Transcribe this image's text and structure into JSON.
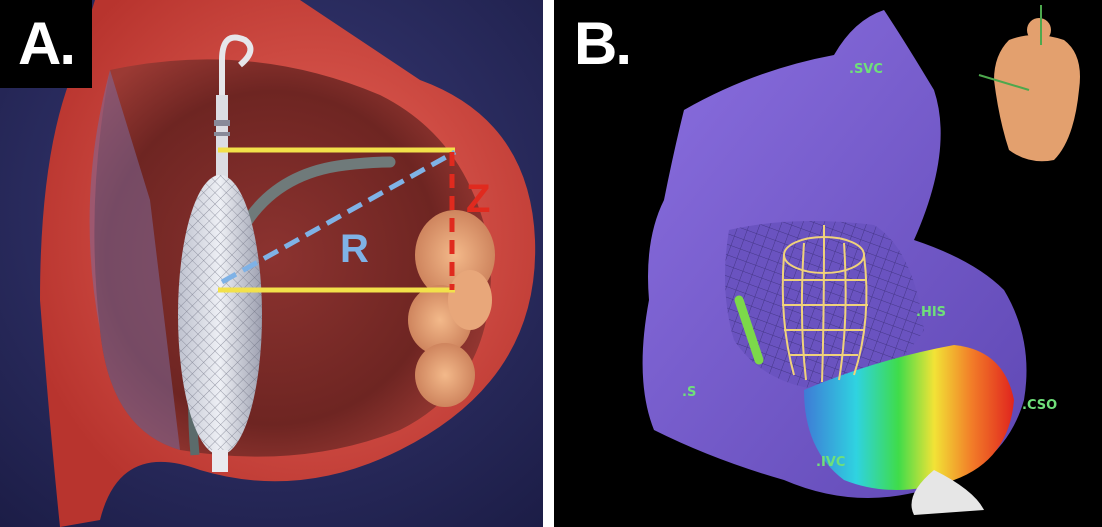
{
  "panel_a": {
    "label": "A.",
    "r_label": "R",
    "z_label": "Z"
  },
  "panel_b": {
    "label": "B.",
    "labels": {
      "svc": ".SVC",
      "his": ".HIS",
      "cso": ".CSO",
      "ivc": ".IVC",
      "s": ".S"
    }
  },
  "colors": {
    "heart_red": "#d9534a",
    "chamber_dark": "#7a2a24",
    "yellow_line": "#f2e14a",
    "blue_dash": "#7fb2e6",
    "red_dash": "#e02a1e",
    "mesh_purple": "#7c63c9",
    "green_label": "#6fe07a"
  }
}
